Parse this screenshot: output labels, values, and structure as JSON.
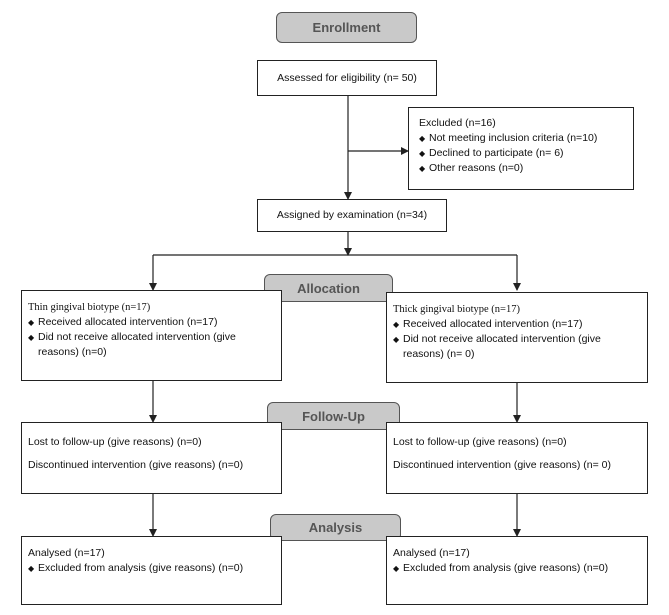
{
  "stages": {
    "enrollment": "Enrollment",
    "allocation": "Allocation",
    "followup": "Follow-Up",
    "analysis": "Analysis"
  },
  "assessed": "Assessed for eligibility (n= 50)",
  "excluded": {
    "title": "Excluded (n=16)",
    "items": [
      "Not meeting inclusion criteria (n=10)",
      "Declined to participate (n= 6)",
      "Other reasons (n=0)"
    ]
  },
  "assigned": "Assigned by examination (n=34)",
  "allocation_left": {
    "title": "Thin gingival biotype (n=17)",
    "received": "Received allocated intervention (n=17)",
    "not_received": "Did not receive allocated intervention (give",
    "not_received_cont": "reasons) (n=0)"
  },
  "allocation_right": {
    "title": "Thick gingival biotype (n=17)",
    "received": "Received allocated intervention (n=17)",
    "not_received": "Did not receive allocated intervention (give",
    "not_received_cont": "reasons) (n= 0)"
  },
  "followup_left": {
    "lost": "Lost to follow-up (give reasons) (n=0)",
    "discontinued": "Discontinued intervention (give reasons) (n=0)"
  },
  "followup_right": {
    "lost": "Lost to follow-up (give reasons) (n=0)",
    "discontinued": "Discontinued intervention (give reasons) (n= 0)"
  },
  "analysis_left": {
    "analysed": "Analysed (n=17)",
    "excluded": "Excluded from analysis (give reasons) (n=0)"
  },
  "analysis_right": {
    "analysed": "Analysed (n=17)",
    "excluded": "Excluded from analysis (give reasons) (n=0)"
  },
  "bullet_glyph": "◆"
}
